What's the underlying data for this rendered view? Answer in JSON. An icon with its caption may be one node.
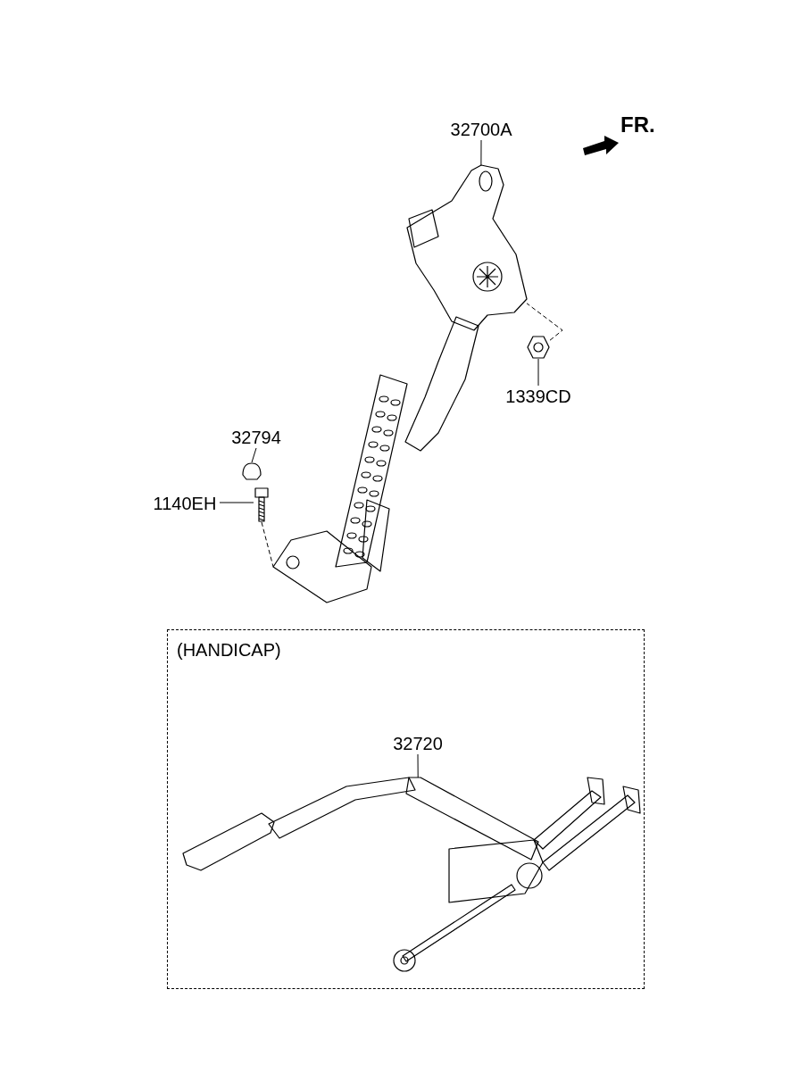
{
  "diagram": {
    "nodes": [
      {
        "text": [
          "32700A"
        ]
      },
      {
        "text": [],
        "shape": "picture"
      },
      {
        "text": [
          "1339CD"
        ]
      },
      {
        "text": [],
        "shape": "picture"
      },
      {
        "text": [
          "32794"
        ]
      },
      {
        "text": [],
        "shape": "picture"
      },
      {
        "text": [
          "1140EH"
        ]
      },
      {
        "text": [],
        "shape": "picture"
      },
      {
        "text": [
          "(HANDICAP)"
        ]
      },
      {
        "text": [
          "32720"
        ],
        "in": 8
      },
      {
        "text": [],
        "shape": "picture",
        "in": 8
      }
    ],
    "edges": [
      {
        "from": 0,
        "to": 1,
        "arrow": "none"
      },
      {
        "from": 2,
        "to": 3,
        "arrow": "none"
      },
      {
        "from": 4,
        "to": 5,
        "arrow": "none"
      },
      {
        "from": 6,
        "to": 7,
        "arrow": "none"
      },
      {
        "from": 3,
        "to": 1,
        "arrow": "none",
        "style": "dashed"
      },
      {
        "from": 7,
        "to": 1,
        "arrow": "none",
        "style": "dashed"
      },
      {
        "from": 9,
        "to": 10,
        "arrow": "none"
      }
    ],
    "labels": [
      "FR."
    ]
  }
}
